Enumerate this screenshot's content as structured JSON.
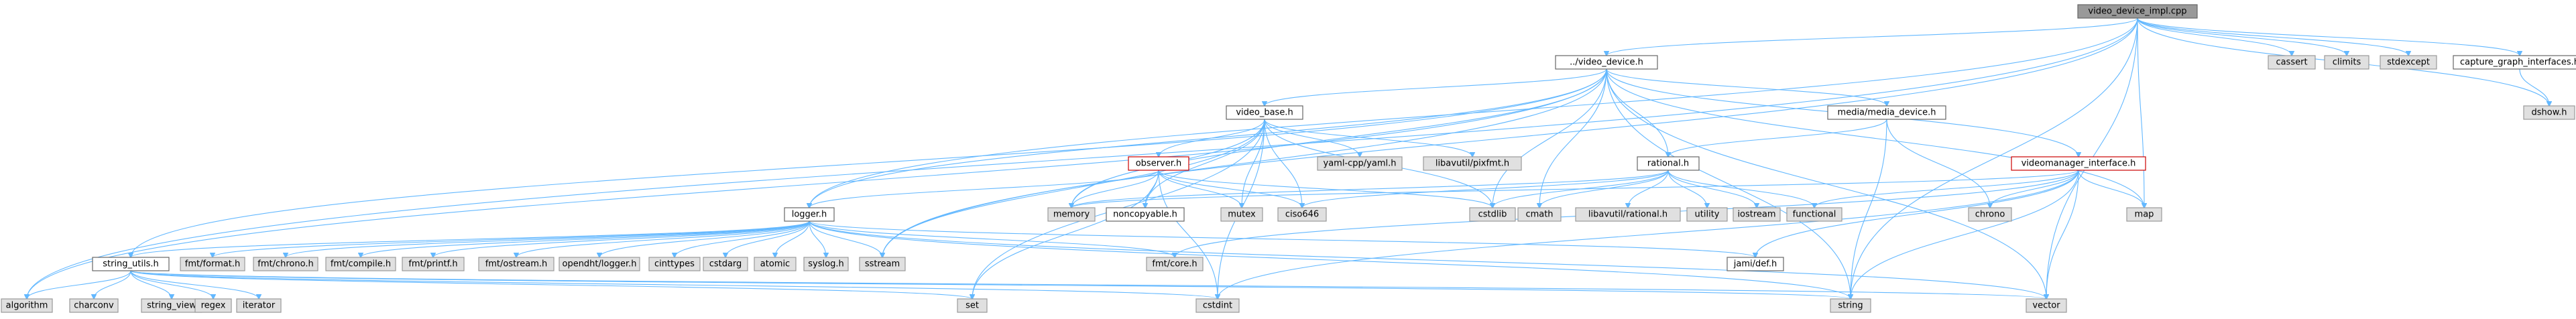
{
  "diagram": {
    "colors": {
      "edge": "#63b8ff",
      "focus_fill": "#999999",
      "std_fill": "#e0e0e0",
      "warning_border": "#cc0000"
    },
    "nodes": [
      {
        "id": "root",
        "label": "video_device_impl.cpp",
        "kind": "focus"
      },
      {
        "id": "video_device",
        "label": "../video_device.h",
        "kind": "project"
      },
      {
        "id": "cassert",
        "label": "cassert",
        "kind": "std"
      },
      {
        "id": "climits",
        "label": "climits",
        "kind": "std"
      },
      {
        "id": "stdexcept",
        "label": "stdexcept",
        "kind": "std"
      },
      {
        "id": "capture_graph",
        "label": "capture_graph_interfaces.h",
        "kind": "project"
      },
      {
        "id": "dshow",
        "label": "dshow.h",
        "kind": "std"
      },
      {
        "id": "video_base",
        "label": "video_base.h",
        "kind": "project"
      },
      {
        "id": "media_device",
        "label": "media/media_device.h",
        "kind": "project"
      },
      {
        "id": "observer",
        "label": "observer.h",
        "kind": "warn"
      },
      {
        "id": "yaml",
        "label": "yaml-cpp/yaml.h",
        "kind": "std"
      },
      {
        "id": "pixfmt",
        "label": "libavutil/pixfmt.h",
        "kind": "std"
      },
      {
        "id": "rational",
        "label": "rational.h",
        "kind": "project"
      },
      {
        "id": "videomanager",
        "label": "videomanager_interface.h",
        "kind": "warn"
      },
      {
        "id": "logger",
        "label": "logger.h",
        "kind": "project"
      },
      {
        "id": "memory",
        "label": "memory",
        "kind": "std"
      },
      {
        "id": "noncopyable",
        "label": "noncopyable.h",
        "kind": "project"
      },
      {
        "id": "mutex",
        "label": "mutex",
        "kind": "std"
      },
      {
        "id": "ciso646",
        "label": "ciso646",
        "kind": "std"
      },
      {
        "id": "cstdlib",
        "label": "cstdlib",
        "kind": "std"
      },
      {
        "id": "cmath",
        "label": "cmath",
        "kind": "std"
      },
      {
        "id": "libav_rational",
        "label": "libavutil/rational.h",
        "kind": "std"
      },
      {
        "id": "utility",
        "label": "utility",
        "kind": "std"
      },
      {
        "id": "iostream",
        "label": "iostream",
        "kind": "std"
      },
      {
        "id": "functional",
        "label": "functional",
        "kind": "std"
      },
      {
        "id": "chrono",
        "label": "chrono",
        "kind": "std"
      },
      {
        "id": "map",
        "label": "map",
        "kind": "std"
      },
      {
        "id": "string_utils",
        "label": "string_utils.h",
        "kind": "project"
      },
      {
        "id": "fmt_format",
        "label": "fmt/format.h",
        "kind": "std"
      },
      {
        "id": "fmt_chrono",
        "label": "fmt/chrono.h",
        "kind": "std"
      },
      {
        "id": "fmt_compile",
        "label": "fmt/compile.h",
        "kind": "std"
      },
      {
        "id": "fmt_printf",
        "label": "fmt/printf.h",
        "kind": "std"
      },
      {
        "id": "fmt_ostream",
        "label": "fmt/ostream.h",
        "kind": "std"
      },
      {
        "id": "opendht_logger",
        "label": "opendht/logger.h",
        "kind": "std"
      },
      {
        "id": "cinttypes",
        "label": "cinttypes",
        "kind": "std"
      },
      {
        "id": "cstdarg",
        "label": "cstdarg",
        "kind": "std"
      },
      {
        "id": "atomic",
        "label": "atomic",
        "kind": "std"
      },
      {
        "id": "syslog",
        "label": "syslog.h",
        "kind": "std"
      },
      {
        "id": "sstream",
        "label": "sstream",
        "kind": "std"
      },
      {
        "id": "fmt_core",
        "label": "fmt/core.h",
        "kind": "std"
      },
      {
        "id": "jami_def",
        "label": "jami/def.h",
        "kind": "project"
      },
      {
        "id": "algorithm",
        "label": "algorithm",
        "kind": "std"
      },
      {
        "id": "charconv",
        "label": "charconv",
        "kind": "std"
      },
      {
        "id": "string_view",
        "label": "string_view",
        "kind": "std"
      },
      {
        "id": "regex",
        "label": "regex",
        "kind": "std"
      },
      {
        "id": "iterator",
        "label": "iterator",
        "kind": "std"
      },
      {
        "id": "set",
        "label": "set",
        "kind": "std"
      },
      {
        "id": "cstdint",
        "label": "cstdint",
        "kind": "std"
      },
      {
        "id": "string",
        "label": "string",
        "kind": "std"
      },
      {
        "id": "vector",
        "label": "vector",
        "kind": "std"
      }
    ],
    "edges": [
      [
        "root",
        "video_device"
      ],
      [
        "root",
        "cassert"
      ],
      [
        "root",
        "climits"
      ],
      [
        "root",
        "stdexcept"
      ],
      [
        "root",
        "capture_graph"
      ],
      [
        "root",
        "dshow"
      ],
      [
        "root",
        "logger"
      ],
      [
        "root",
        "map"
      ],
      [
        "root",
        "string"
      ],
      [
        "root",
        "vector"
      ],
      [
        "root",
        "algorithm"
      ],
      [
        "root",
        "sstream"
      ],
      [
        "capture_graph",
        "dshow"
      ],
      [
        "video_device",
        "video_base"
      ],
      [
        "video_device",
        "media_device"
      ],
      [
        "video_device",
        "rational"
      ],
      [
        "video_device",
        "videomanager"
      ],
      [
        "video_device",
        "logger"
      ],
      [
        "video_device",
        "string_utils"
      ],
      [
        "video_device",
        "memory"
      ],
      [
        "video_device",
        "cmath"
      ],
      [
        "video_device",
        "map"
      ],
      [
        "video_device",
        "string"
      ],
      [
        "video_device",
        "vector"
      ],
      [
        "video_device",
        "algorithm"
      ],
      [
        "video_device",
        "cstdlib"
      ],
      [
        "video_device",
        "sstream"
      ],
      [
        "video_base",
        "observer"
      ],
      [
        "video_base",
        "yaml"
      ],
      [
        "video_base",
        "pixfmt"
      ],
      [
        "video_base",
        "noncopyable"
      ],
      [
        "video_base",
        "memory"
      ],
      [
        "video_base",
        "mutex"
      ],
      [
        "video_base",
        "ciso646"
      ],
      [
        "video_base",
        "cstdlib"
      ],
      [
        "video_base",
        "cstdint"
      ],
      [
        "video_base",
        "sstream"
      ],
      [
        "video_base",
        "set"
      ],
      [
        "media_device",
        "rational"
      ],
      [
        "media_device",
        "chrono"
      ],
      [
        "media_device",
        "string"
      ],
      [
        "observer",
        "memory"
      ],
      [
        "observer",
        "noncopyable"
      ],
      [
        "observer",
        "mutex"
      ],
      [
        "observer",
        "ciso646"
      ],
      [
        "observer",
        "cstdlib"
      ],
      [
        "observer",
        "logger"
      ],
      [
        "observer",
        "set"
      ],
      [
        "observer",
        "cstdint"
      ],
      [
        "rational",
        "utility"
      ],
      [
        "rational",
        "iostream"
      ],
      [
        "rational",
        "cmath"
      ],
      [
        "rational",
        "libav_rational"
      ],
      [
        "rational",
        "cstdlib"
      ],
      [
        "rational",
        "functional"
      ],
      [
        "rational",
        "memory"
      ],
      [
        "rational",
        "ciso646"
      ],
      [
        "videomanager",
        "memory"
      ],
      [
        "videomanager",
        "chrono"
      ],
      [
        "videomanager",
        "map"
      ],
      [
        "videomanager",
        "functional"
      ],
      [
        "videomanager",
        "cstdint"
      ],
      [
        "videomanager",
        "string"
      ],
      [
        "videomanager",
        "vector"
      ],
      [
        "videomanager",
        "jami_def"
      ],
      [
        "videomanager",
        "fmt_core"
      ],
      [
        "logger",
        "fmt_format"
      ],
      [
        "logger",
        "fmt_chrono"
      ],
      [
        "logger",
        "fmt_compile"
      ],
      [
        "logger",
        "fmt_printf"
      ],
      [
        "logger",
        "fmt_ostream"
      ],
      [
        "logger",
        "opendht_logger"
      ],
      [
        "logger",
        "cinttypes"
      ],
      [
        "logger",
        "cstdarg"
      ],
      [
        "logger",
        "atomic"
      ],
      [
        "logger",
        "syslog"
      ],
      [
        "logger",
        "sstream"
      ],
      [
        "logger",
        "fmt_core"
      ],
      [
        "logger",
        "jami_def"
      ],
      [
        "logger",
        "string"
      ],
      [
        "logger",
        "vector"
      ],
      [
        "logger",
        "string_utils"
      ],
      [
        "string_utils",
        "algorithm"
      ],
      [
        "string_utils",
        "charconv"
      ],
      [
        "string_utils",
        "string_view"
      ],
      [
        "string_utils",
        "regex"
      ],
      [
        "string_utils",
        "iterator"
      ],
      [
        "string_utils",
        "set"
      ],
      [
        "string_utils",
        "cstdint"
      ],
      [
        "string_utils",
        "string"
      ],
      [
        "string_utils",
        "vector"
      ]
    ]
  }
}
